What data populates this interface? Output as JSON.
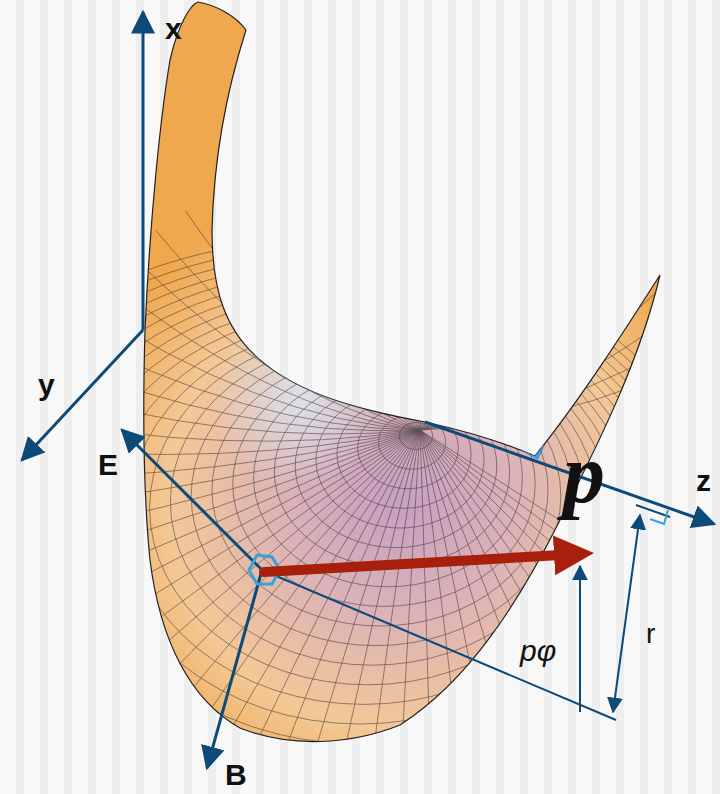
{
  "diagram": {
    "labels": [
      "x",
      "y",
      "E",
      "B",
      "p",
      "z",
      "r",
      "pφ"
    ]
  }
}
